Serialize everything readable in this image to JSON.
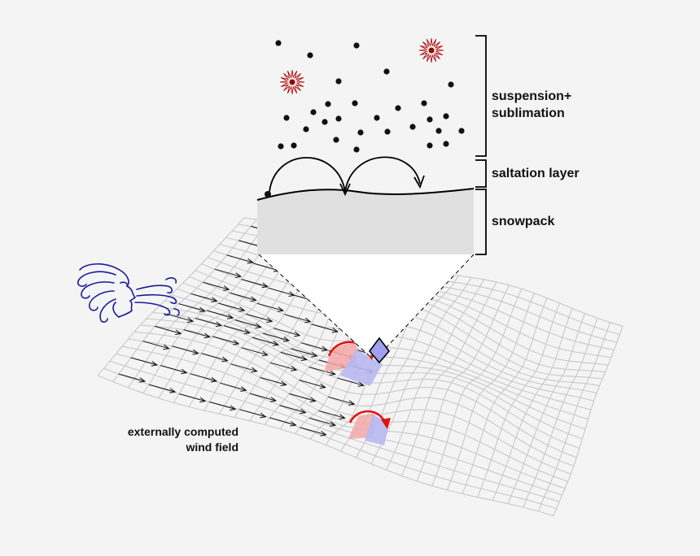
{
  "labels": {
    "suspension_line1": "suspension+",
    "suspension_line2": "sublimation",
    "saltation": "saltation layer",
    "snowpack": "snowpack",
    "wind_line1": "externally computed",
    "wind_line2": "wind field"
  },
  "colors": {
    "mesh": "#c8c8c8",
    "snowpack_fill": "#e0e0e0",
    "particle": "#111111",
    "sublimating_particle": "#b01010",
    "wind_face": "#1a1a9c",
    "recirculation_arrow": "#e01010",
    "lee_face_red": "#f4a8a8",
    "lee_face_blue": "#b8b8f0"
  },
  "icons": [
    "wind-face-icon",
    "sublimating-snow-particle-icon"
  ]
}
